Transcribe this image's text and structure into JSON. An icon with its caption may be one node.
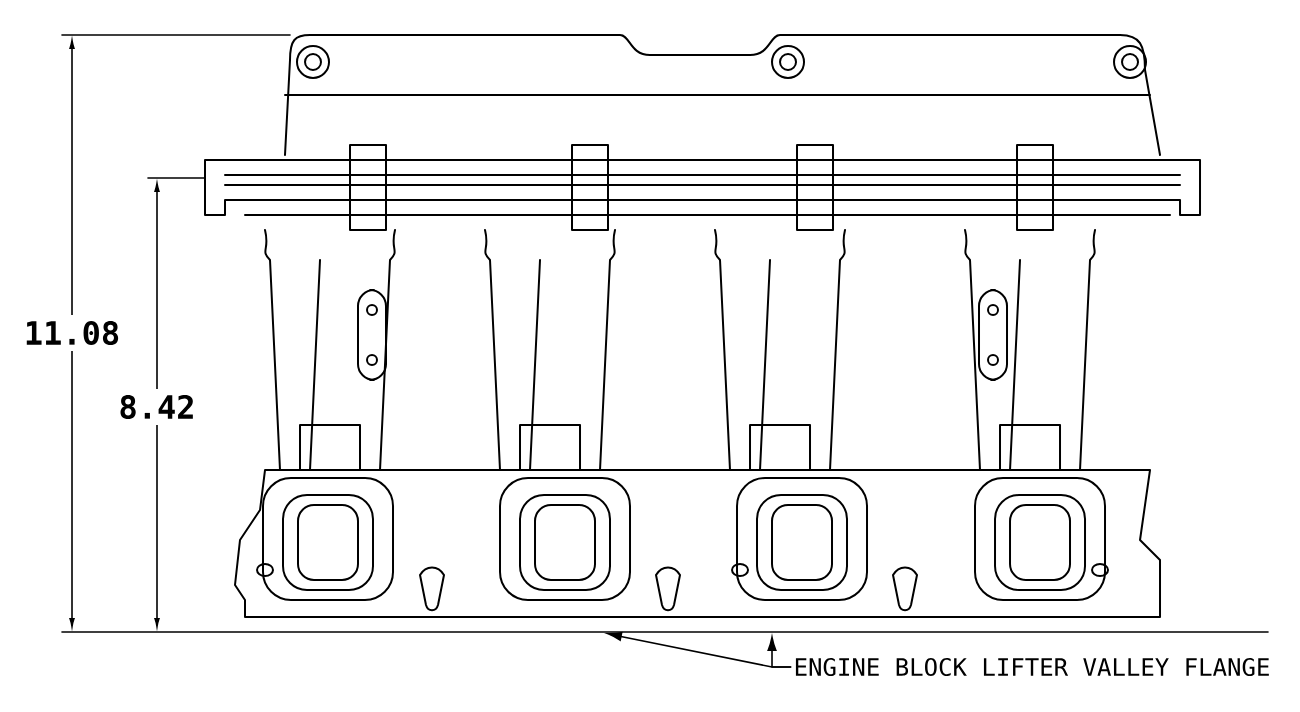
{
  "diagram": {
    "nodes": [
      {
        "text": [
          "ENGINE BLOCK LIFTER VALLEY FLANGE"
        ]
      },
      {
        "text": [],
        "shape": "picture"
      }
    ],
    "edges": [
      {
        "from": 0,
        "to": 1,
        "arrow": "to"
      },
      {
        "from": 0,
        "to": 1,
        "arrow": "to"
      }
    ],
    "labels": [
      "11.08",
      "8.42"
    ]
  }
}
